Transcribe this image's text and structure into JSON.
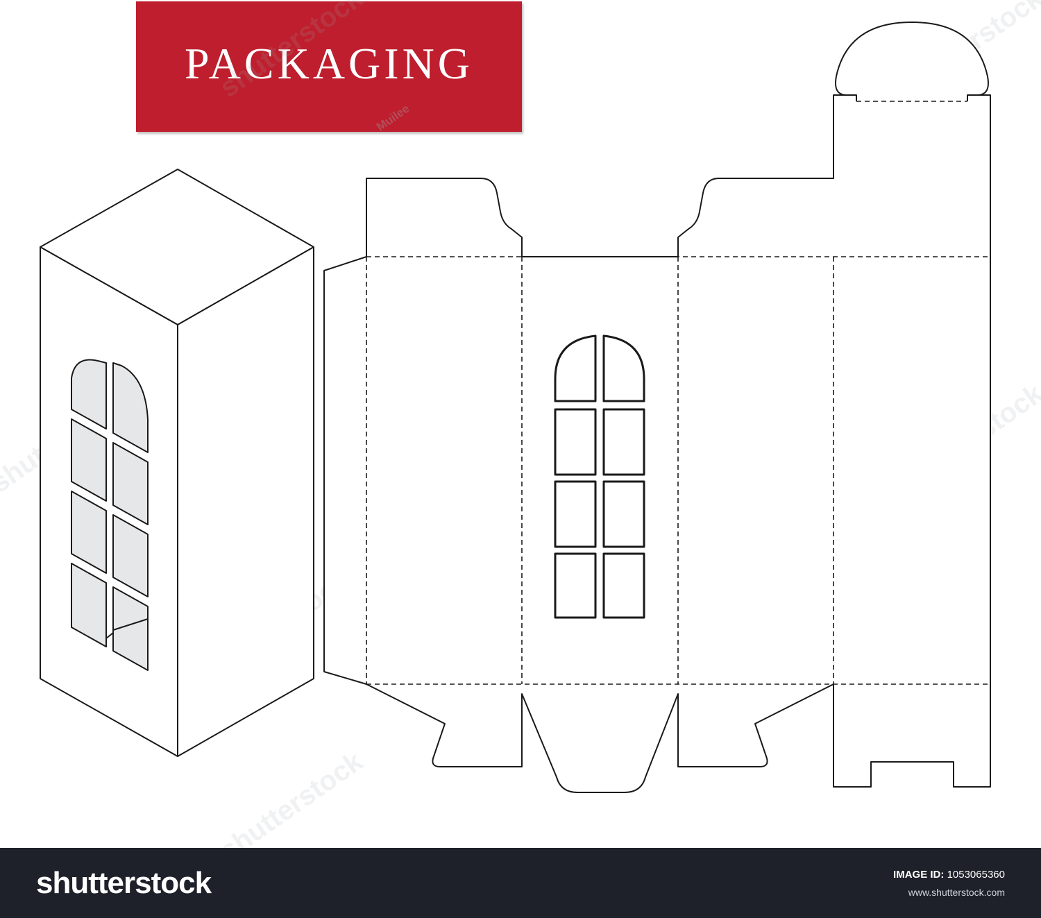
{
  "title": "PACKAGING",
  "watermarks": {
    "brand": "shutterstock",
    "author": "Muilee"
  },
  "footer": {
    "logo": "shutterstock",
    "image_id_label": "IMAGE ID:",
    "image_id": "1053065360",
    "site": "www.shutterstock.com"
  },
  "colors": {
    "banner": "#be1e2d",
    "footer": "#1e2129",
    "outline": "#1a1a1a",
    "window_glass": "#e6e7e9"
  }
}
